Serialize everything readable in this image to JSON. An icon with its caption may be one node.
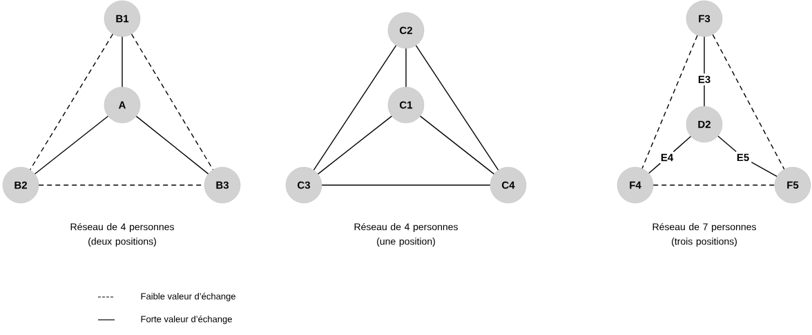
{
  "diagram": {
    "nodes": [
      {
        "text": [
          "B1"
        ]
      },
      {
        "text": [
          "A"
        ]
      },
      {
        "text": [
          "B2"
        ]
      },
      {
        "text": [
          "B3"
        ]
      },
      {
        "text": [
          "C2"
        ]
      },
      {
        "text": [
          "C1"
        ]
      },
      {
        "text": [
          "C3"
        ]
      },
      {
        "text": [
          "C4"
        ]
      },
      {
        "text": [
          "F3"
        ]
      },
      {
        "text": [
          "E3"
        ]
      },
      {
        "text": [
          "D2"
        ]
      },
      {
        "text": [
          "E4"
        ]
      },
      {
        "text": [
          "E5"
        ]
      },
      {
        "text": [
          "F4"
        ]
      },
      {
        "text": [
          "F5"
        ]
      }
    ],
    "edges": [
      {
        "from": 0,
        "to": 1,
        "arrow": "none"
      },
      {
        "from": 0,
        "to": 2,
        "arrow": "none",
        "style": "dashed"
      },
      {
        "from": 0,
        "to": 3,
        "arrow": "none",
        "style": "dashed"
      },
      {
        "from": 1,
        "to": 2,
        "arrow": "none"
      },
      {
        "from": 1,
        "to": 3,
        "arrow": "none"
      },
      {
        "from": 2,
        "to": 3,
        "arrow": "none",
        "style": "dashed"
      },
      {
        "from": 4,
        "to": 5,
        "arrow": "none"
      },
      {
        "from": 4,
        "to": 6,
        "arrow": "none"
      },
      {
        "from": 4,
        "to": 7,
        "arrow": "none"
      },
      {
        "from": 5,
        "to": 6,
        "arrow": "none"
      },
      {
        "from": 5,
        "to": 7,
        "arrow": "none"
      },
      {
        "from": 6,
        "to": 7,
        "arrow": "none"
      },
      {
        "from": 8,
        "to": 9,
        "arrow": "none"
      },
      {
        "from": 9,
        "to": 10,
        "arrow": "none"
      },
      {
        "from": 10,
        "to": 11,
        "arrow": "none"
      },
      {
        "from": 11,
        "to": 13,
        "arrow": "none"
      },
      {
        "from": 10,
        "to": 12,
        "arrow": "none"
      },
      {
        "from": 12,
        "to": 14,
        "arrow": "none"
      },
      {
        "from": 8,
        "to": 13,
        "arrow": "none",
        "style": "dashed"
      },
      {
        "from": 8,
        "to": 14,
        "arrow": "none",
        "style": "dashed"
      },
      {
        "from": 13,
        "to": 14,
        "arrow": "none",
        "style": "dashed"
      }
    ],
    "labels": [
      "Réseau de 4 personnes (deux positions)",
      "Réseau de 4 personnes (une position)",
      "Réseau de 7 personnes (trois positions)"
    ],
    "legend": [
      {
        "text": "Faible valeur d’échange"
      },
      {
        "text": "Forte valeur d’échange"
      }
    ]
  }
}
